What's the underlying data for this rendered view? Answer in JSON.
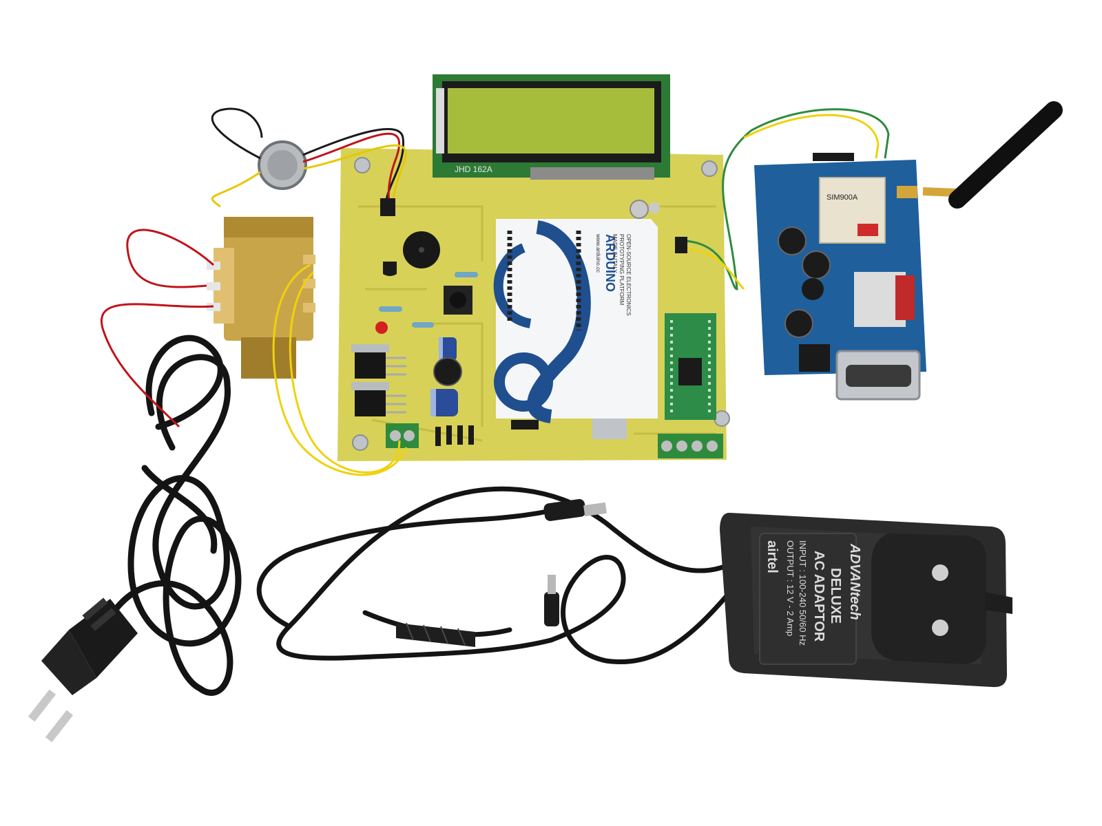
{
  "lcd": {
    "label": "JHD 162A"
  },
  "arduino": {
    "brand": "ARDUINO",
    "lines": [
      "OPEN-SOURCE ELECTRONICS",
      "PROTOTYPING PLATFORM",
      "MADE IN ITALY",
      "www.arduino.cc"
    ]
  },
  "gsm_module": {
    "chip_label": "SIM900A"
  },
  "adapter": {
    "brand": "ADVANtech",
    "title_line1": "DELUXE",
    "title_line2": "AC ADAPTOR",
    "input": "INPUT : 100-240 50/60 Hz",
    "output": "OUTPUT : 12 V - 2 Amp",
    "operator": "airtel"
  },
  "colors": {
    "pcb": "#d7d158",
    "gsm_board": "#1f5f9c",
    "lcd_screen": "#a6bd3c",
    "adapter_body": "#2b2b2b",
    "cable": "#141414",
    "transformer": "#c9a54a"
  }
}
